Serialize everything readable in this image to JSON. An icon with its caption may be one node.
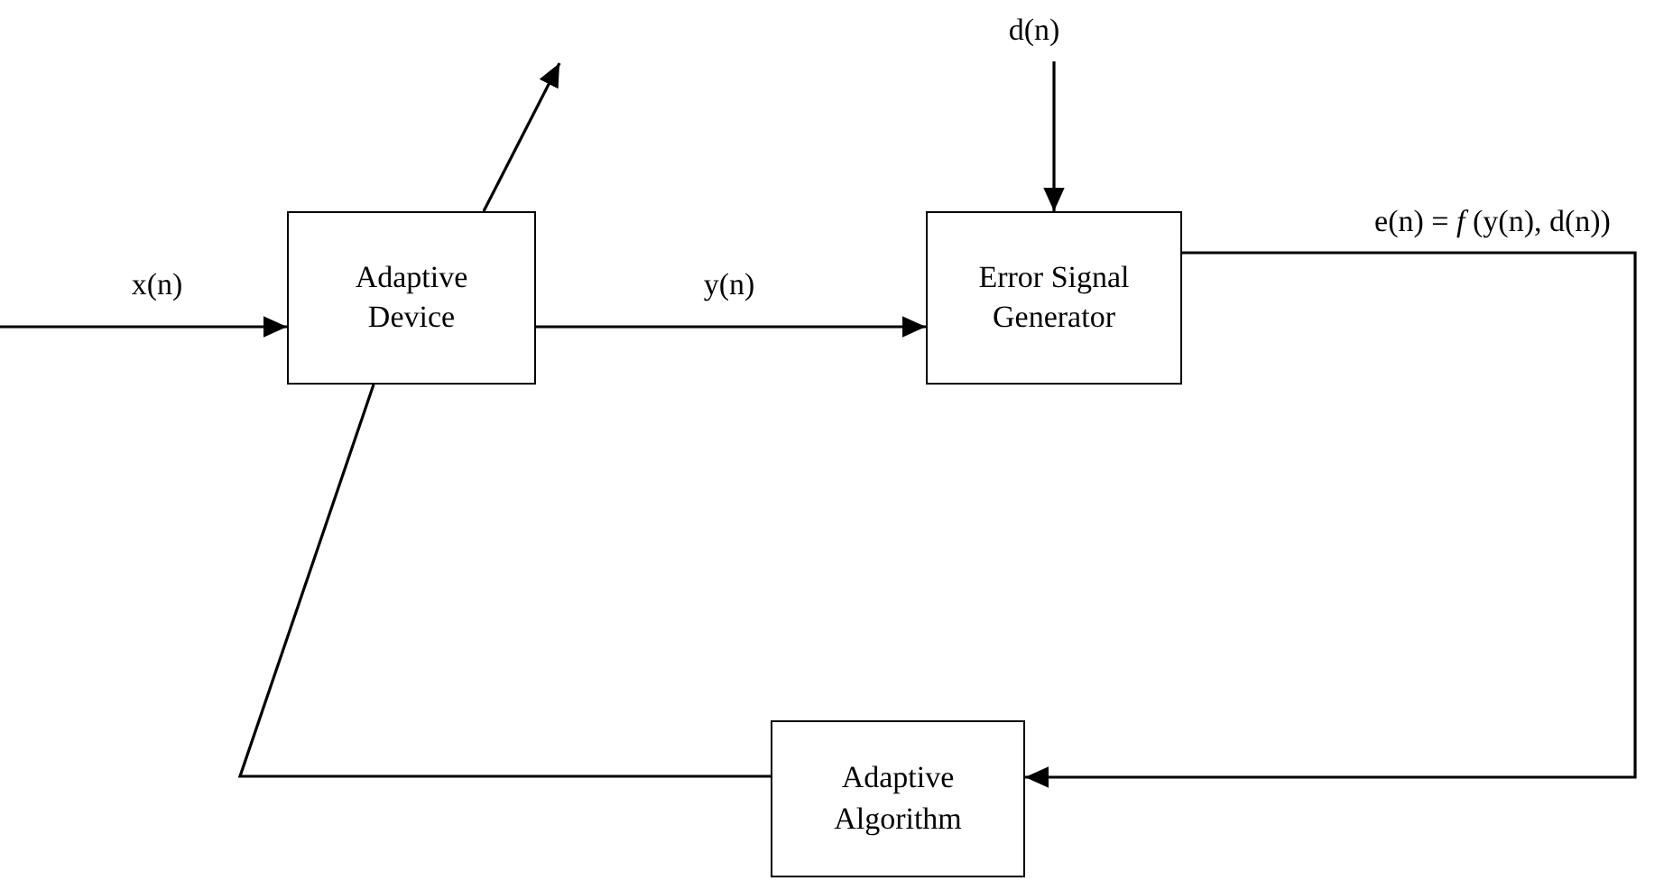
{
  "diagram": {
    "nodes": [
      {
        "text": [
          "Adaptive Device"
        ]
      },
      {
        "text": [
          "d(n)"
        ]
      },
      {
        "text": [
          "Error Signal Generator"
        ]
      },
      {
        "text": [
          "Adaptive Algorithm"
        ]
      }
    ],
    "edges": [
      {
        "from": null,
        "to": 0,
        "arrow": "to",
        "label": "x(n)"
      },
      {
        "from": 0,
        "to": 2,
        "arrow": "to",
        "label": "y(n)"
      },
      {
        "from": 1,
        "to": 2,
        "arrow": "to"
      },
      {
        "from": 2,
        "to": 3,
        "arrow": "to",
        "label": "e(n) = *f* (y(n), d(n))"
      },
      {
        "from": 3,
        "to": 0,
        "arrow": "none"
      },
      {
        "from": 0,
        "to": null,
        "arrow": "to"
      }
    ]
  }
}
